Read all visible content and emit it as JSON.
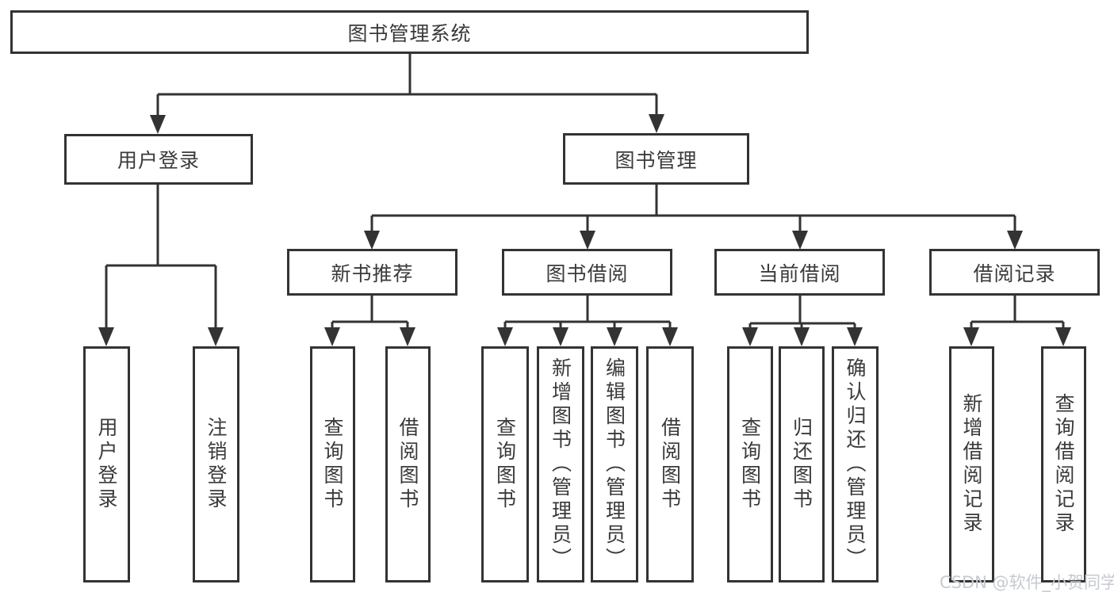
{
  "nodes": {
    "root": "图书管理系统",
    "user_login": "用户登录",
    "book_management": "图书管理",
    "new_book_recommendation": "新书推荐",
    "book_borrowing": "图书借阅",
    "current_borrowing": "当前借阅",
    "borrowing_records": "借阅记录",
    "ul_user_login": "用户登录",
    "ul_logout": "注销登录",
    "nbr_query_books": "查询图书",
    "nbr_borrow_books": "借阅图书",
    "bb_query_books": "查询图书",
    "bb_add_books_admin": "新增图书（管理员）",
    "bb_edit_books_admin": "编辑图书（管理员）",
    "bb_borrow_books": "借阅图书",
    "cb_query_books": "查询图书",
    "cb_return_books": "归还图书",
    "cb_confirm_return_admin": "确认归还（管理员）",
    "br_add_record": "新增借阅记录",
    "br_query_record": "查询借阅记录"
  },
  "watermark": "CSDN @软件_小贺同学",
  "colors": {
    "line": "#333333",
    "text": "#3a3a3a",
    "watermark": "#c6cad1",
    "background": "#ffffff"
  }
}
